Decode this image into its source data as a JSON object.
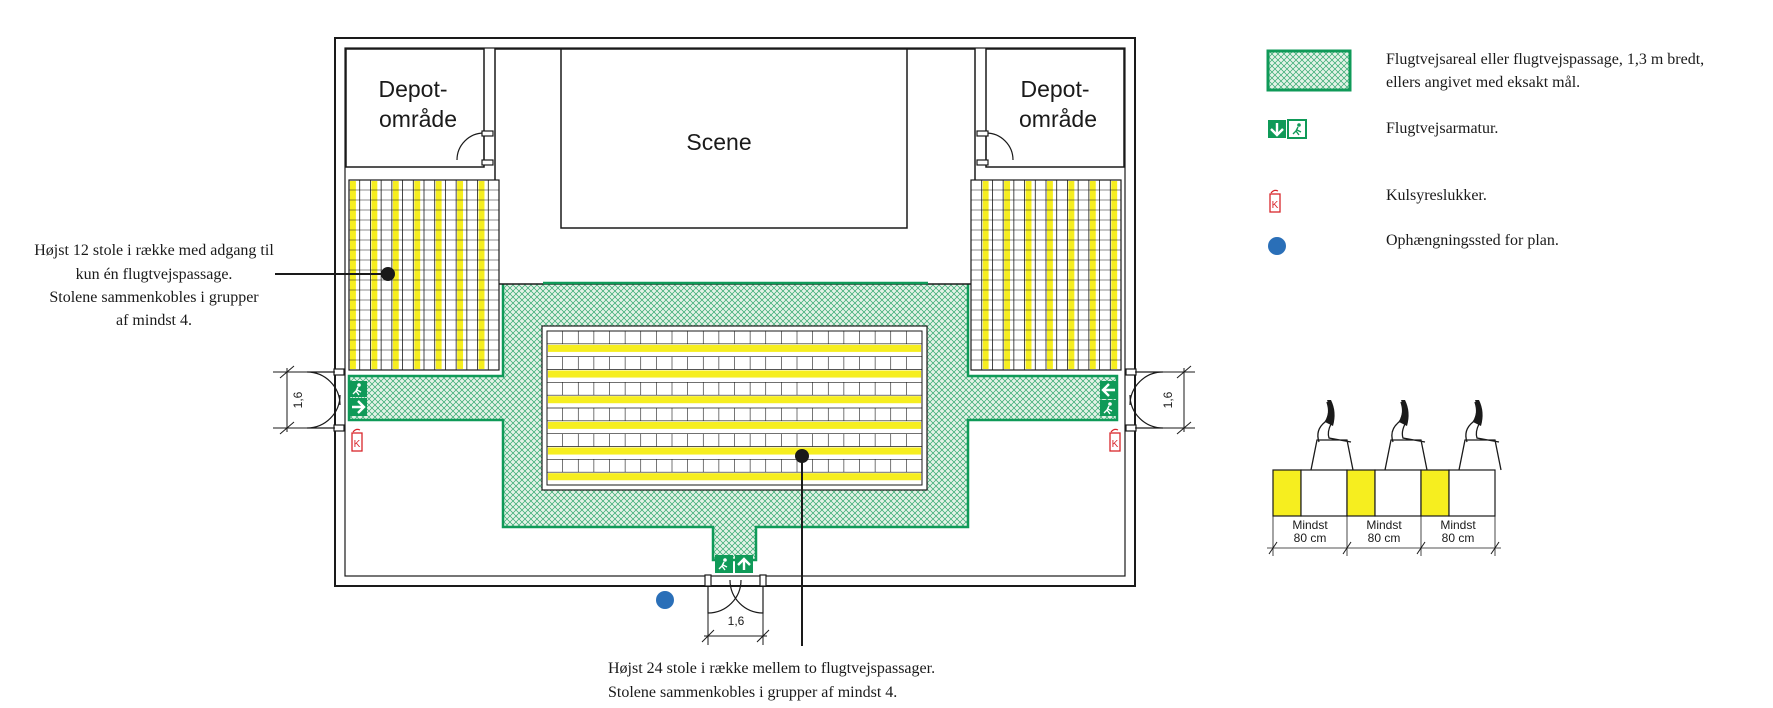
{
  "plan": {
    "depot_left": [
      "Depot-",
      "område"
    ],
    "depot_right": [
      "Depot-",
      "område"
    ],
    "scene": "Scene",
    "dim_left": "1,6",
    "dim_right": "1,6",
    "dim_bottom": "1,6",
    "escape_sign_symbol": "exit-running-man-arrow",
    "extinguisher_letter": "K"
  },
  "annotations": {
    "left": [
      "Højst 12 stole i række med adgang til",
      "kun én flugtvejspassage.",
      "Stolene sammenkobles i grupper",
      "af mindst 4."
    ],
    "bottom": [
      "Højst 24 stole i række mellem to flugtvejspassager.",
      "Stolene sammenkobles i grupper af mindst 4."
    ]
  },
  "legend": [
    {
      "key": "escape-area",
      "lines": [
        "Flugtvejsareal eller flugtvejspassage, 1,3 m bredt,",
        "ellers angivet med eksakt mål."
      ]
    },
    {
      "key": "escape-sign",
      "lines": [
        "Flugtvejsarmatur."
      ]
    },
    {
      "key": "extinguisher",
      "lines": [
        "Kulsyreslukker."
      ]
    },
    {
      "key": "mount-point",
      "lines": [
        "Ophængningssted for plan."
      ]
    }
  ],
  "chair_detail": {
    "labels": [
      [
        "Mindst",
        "80 cm"
      ],
      [
        "Mindst",
        "80 cm"
      ],
      [
        "Mindst",
        "80 cm"
      ]
    ]
  },
  "colors": {
    "escape_green": "#0f9a58",
    "hatch_fill": "#dff0e3",
    "chair_yellow": "#f6ee1f",
    "mount_blue": "#2a6fb8",
    "extinguisher_red": "#d8262b",
    "wall": "#1a1a1a"
  }
}
